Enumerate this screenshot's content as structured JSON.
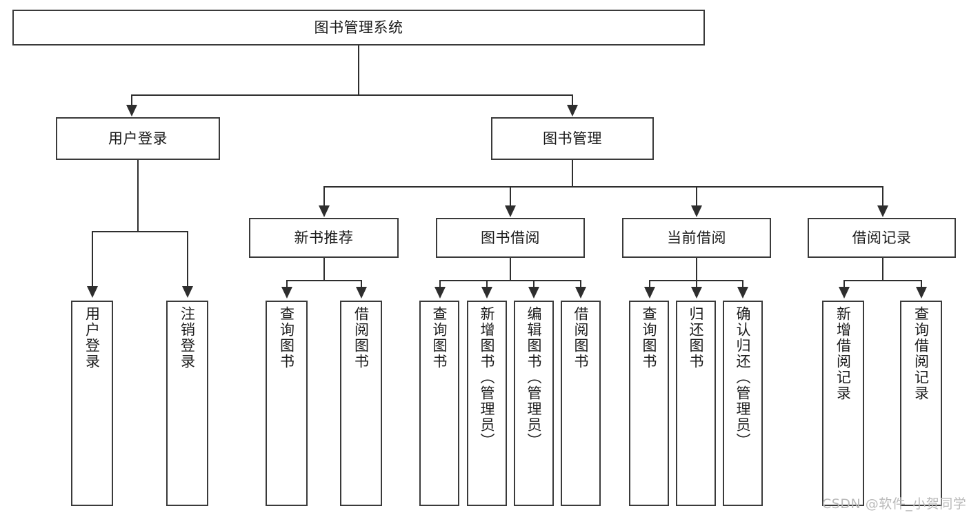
{
  "diagram": {
    "title": "图书管理系统",
    "type": "hierarchy-tree",
    "root": {
      "label": "图书管理系统"
    },
    "level2": [
      {
        "label": "用户登录"
      },
      {
        "label": "图书管理"
      }
    ],
    "level3": [
      {
        "label": "新书推荐",
        "parent": "图书管理"
      },
      {
        "label": "图书借阅",
        "parent": "图书管理"
      },
      {
        "label": "当前借阅",
        "parent": "图书管理"
      },
      {
        "label": "借阅记录",
        "parent": "图书管理"
      }
    ],
    "leaves": {
      "user_login": [
        {
          "label": "用户登录"
        },
        {
          "label": "注销登录"
        }
      ],
      "new_book_recommend": [
        {
          "label": "查询图书"
        },
        {
          "label": "借阅图书"
        }
      ],
      "book_borrow": [
        {
          "label": "查询图书"
        },
        {
          "label": "新增图书（管理员）"
        },
        {
          "label": "编辑图书（管理员）"
        },
        {
          "label": "借阅图书"
        }
      ],
      "current_borrow": [
        {
          "label": "查询图书"
        },
        {
          "label": "归还图书"
        },
        {
          "label": "确认归还（管理员）"
        }
      ],
      "borrow_record": [
        {
          "label": "新增借阅记录"
        },
        {
          "label": "查询借阅记录"
        }
      ]
    }
  },
  "watermark": {
    "text": "CSDN @软件_小贺同学"
  },
  "colors": {
    "box_border": "#3a3a3a",
    "connector": "#2e2e2e",
    "background": "#ffffff",
    "text": "#1b1b1b",
    "watermark": "#b9b9b9"
  }
}
